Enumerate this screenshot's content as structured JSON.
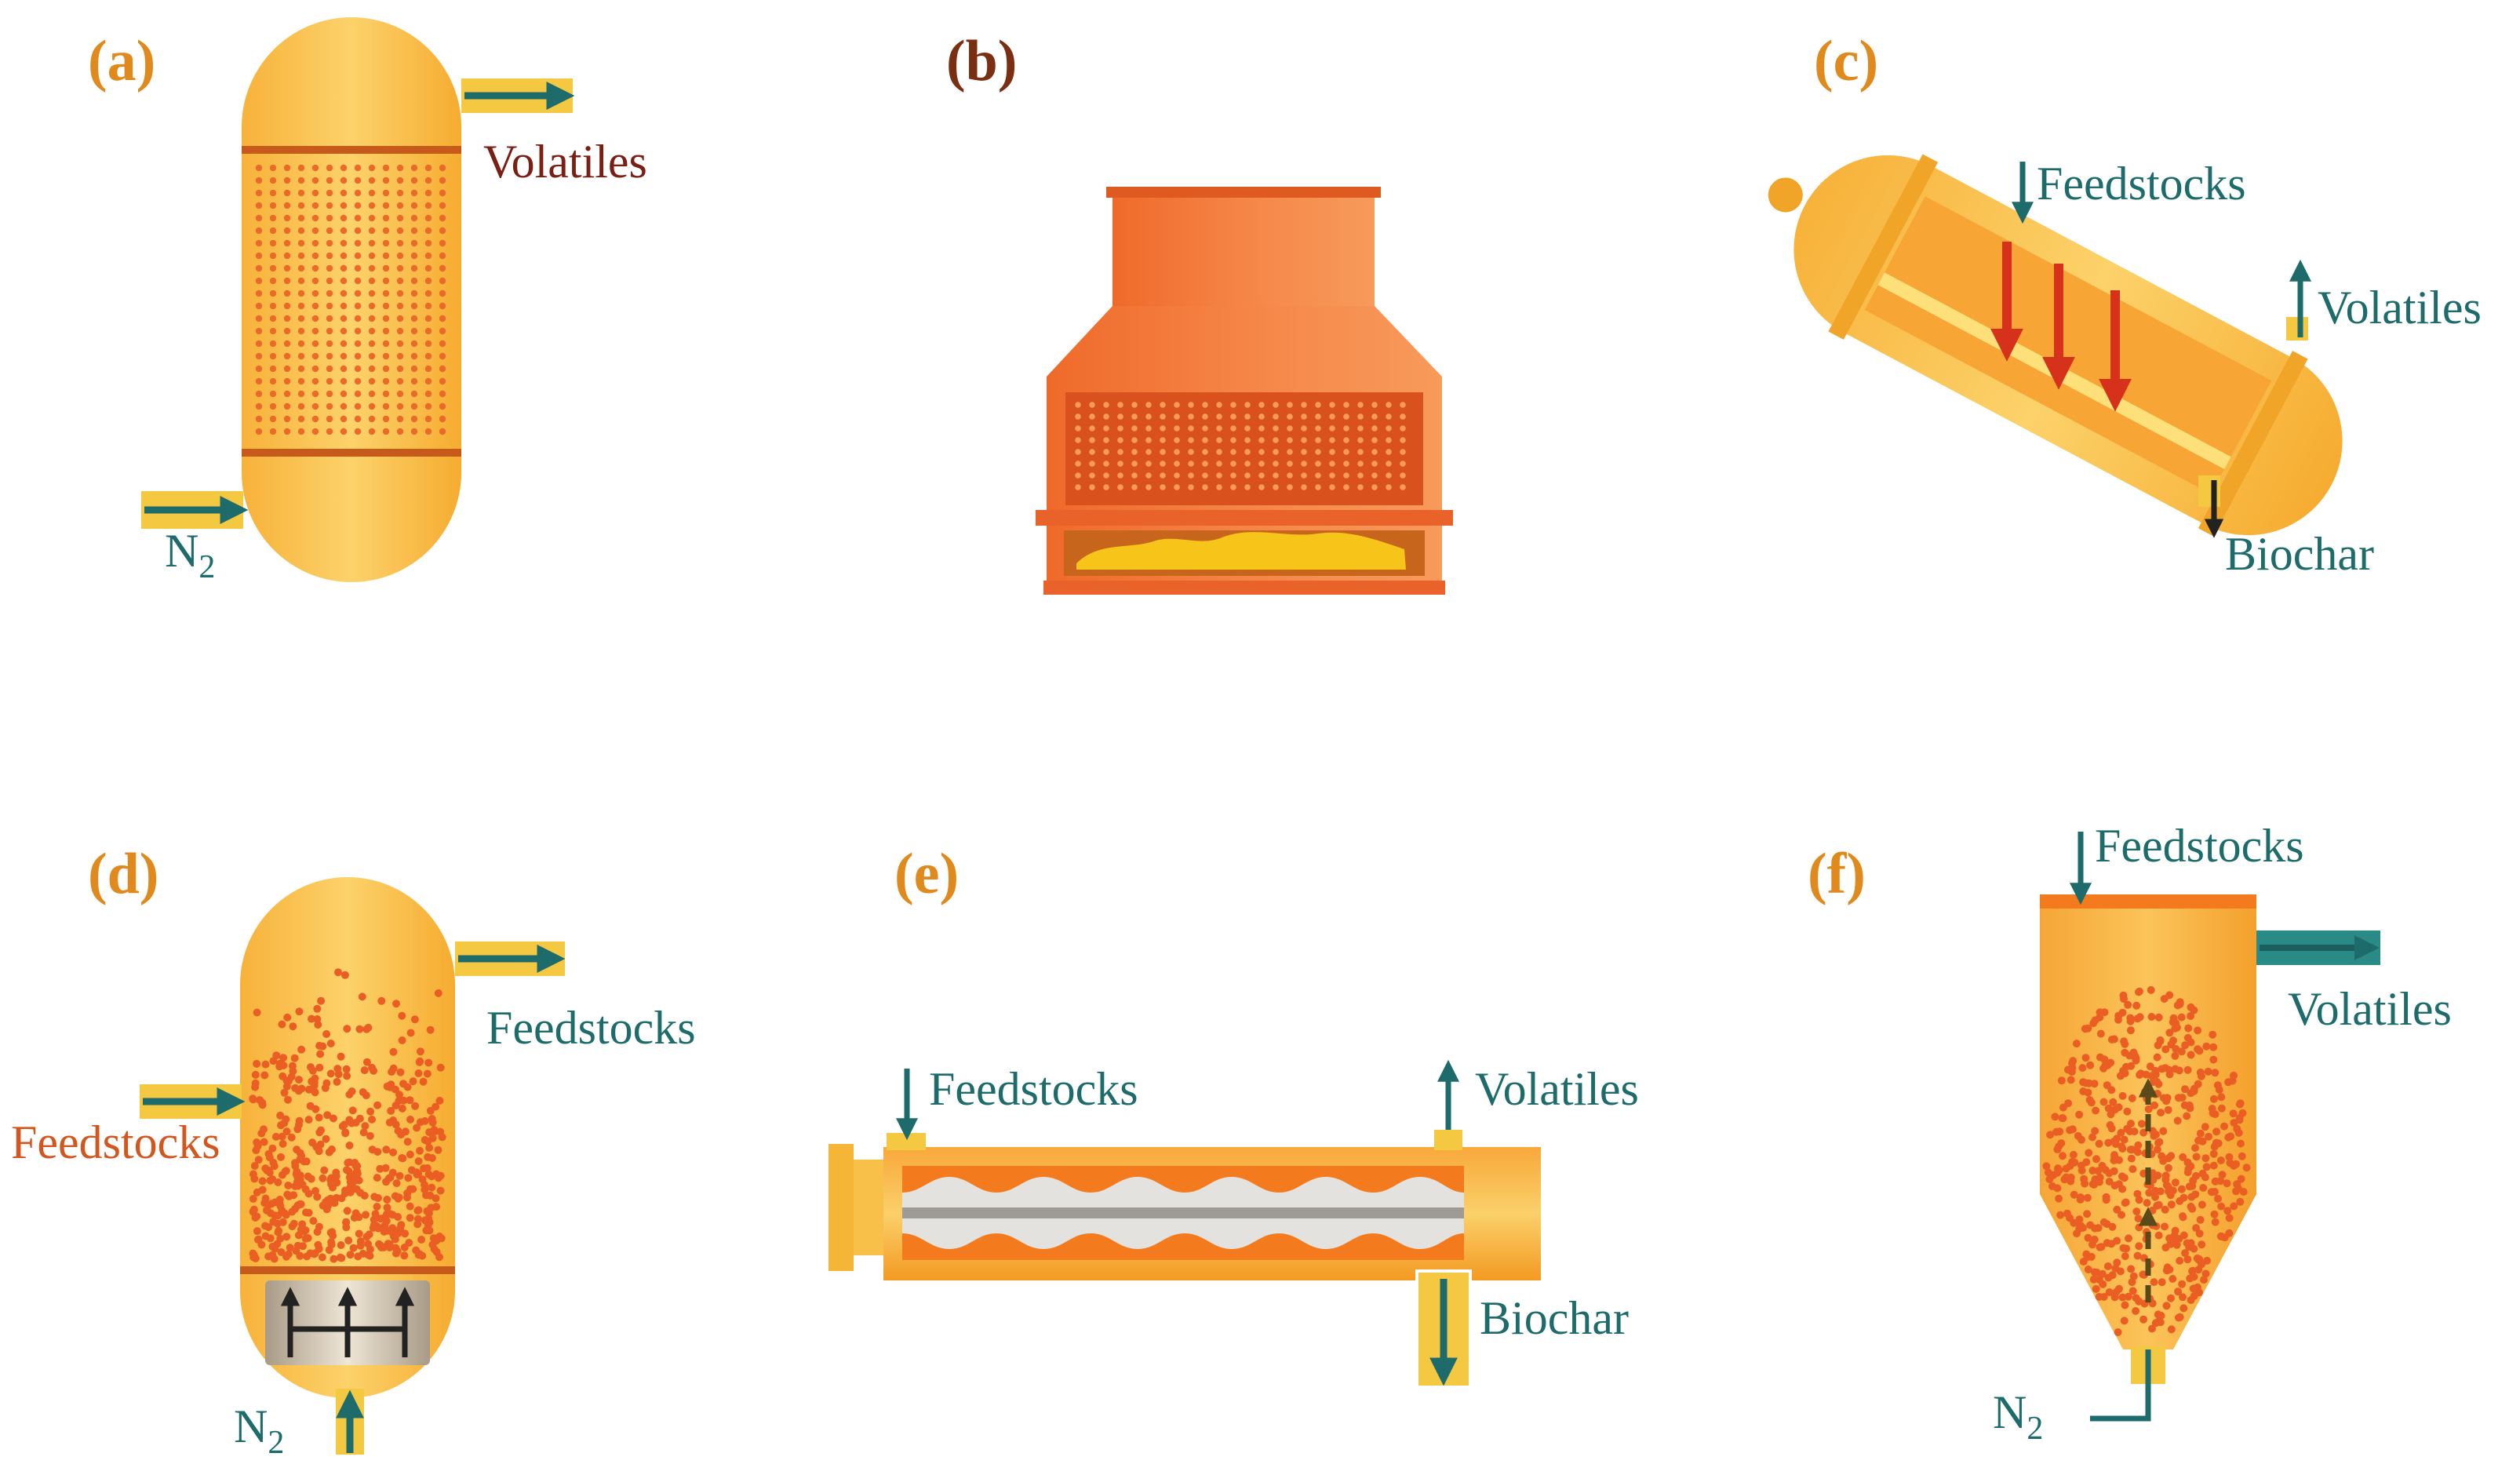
{
  "panels": {
    "a": {
      "letter": "(a)",
      "labels": {
        "volatiles": "Volatiles",
        "n2_base": "N",
        "n2_sub": "2"
      }
    },
    "b": {
      "letter": "(b)"
    },
    "c": {
      "letter": "(c)",
      "labels": {
        "feedstocks": "Feedstocks",
        "volatiles": "Volatiles",
        "biochar": "Biochar"
      }
    },
    "d": {
      "letter": "(d)",
      "labels": {
        "feedstocks_right": "Feedstocks",
        "feedstocks_left": "Feedstocks",
        "n2_base": "N",
        "n2_sub": "2"
      }
    },
    "e": {
      "letter": "(e)",
      "labels": {
        "feedstocks": "Feedstocks",
        "volatiles": "Volatiles",
        "biochar": "Biochar"
      }
    },
    "f": {
      "letter": "(f)",
      "labels": {
        "feedstocks": "Feedstocks",
        "volatiles": "Volatiles",
        "n2_base": "N",
        "n2_sub": "2"
      }
    }
  },
  "colors": {
    "letter": "#e08a1e",
    "letter_dark": "#7a2e12",
    "teal": "#1e6b6b",
    "maroon": "#7a1f14",
    "orange_red": "#e0521e",
    "vessel_light": "#fcd26a",
    "vessel_mid": "#f7b23a",
    "vessel_dark": "#f39a20",
    "band": "#c65a1a",
    "dot": "#ea6a2a",
    "furnace": "#f47a3a",
    "furnace_dark": "#de5a20",
    "yellow_pipe": "#f5c842",
    "red_arrow": "#d6311a"
  }
}
